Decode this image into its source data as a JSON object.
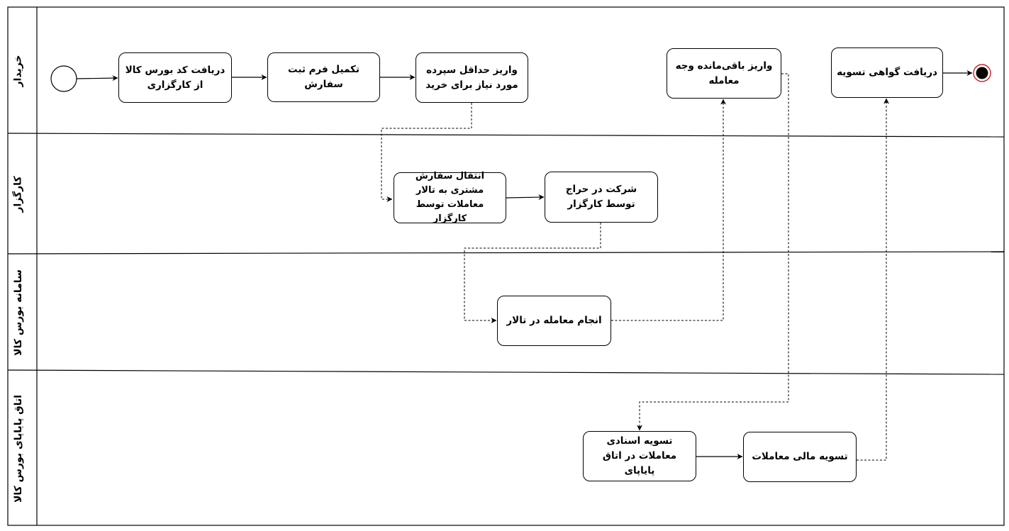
{
  "lanes": [
    {
      "label": "خریدار"
    },
    {
      "label": "کارگزار"
    },
    {
      "label": "سامانه بورس کالا"
    },
    {
      "label": "اتاق پایاپای بورس کالا"
    }
  ],
  "nodes": {
    "receive_code": "دریافت کد بورس کالا از کارگزاری",
    "fill_form": "تکمیل فرم ثبت سفارش",
    "deposit_min": "واریز حداقل سپرده مورد نیاز برای خرید",
    "deposit_rest": "واریز باقی‌مانده وجه معامله",
    "receive_cert": "دریافت گواهی تسویه",
    "transfer_order": "انتقال سفارش مشتری به تالار معاملات توسط کارگزار",
    "auction": "شرکت در حراج توسط کارگزار",
    "execute_trade": "انجام معامله در تالار",
    "doc_settlement": "تسویه اسنادی معاملات در اتاق پایاپای",
    "fin_settlement": "تسویه مالی معاملات"
  }
}
